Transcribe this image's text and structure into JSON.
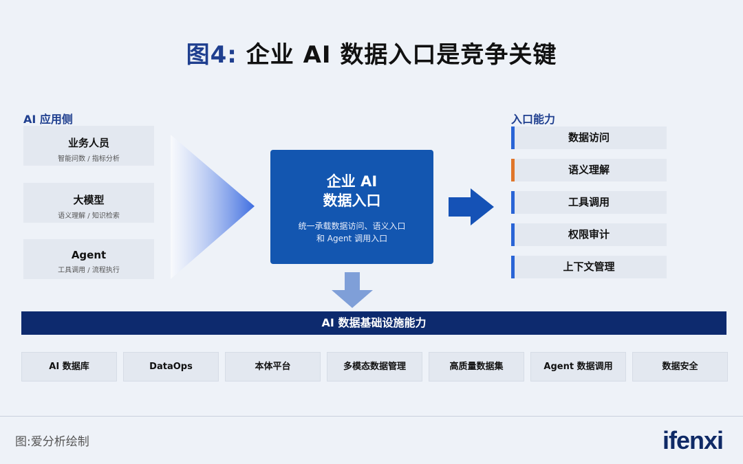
{
  "title": {
    "prefix": "图4:",
    "main": " 企业 AI 数据入口是竞争关键"
  },
  "left": {
    "label": "AI 应用侧",
    "cards": [
      {
        "name": "业务人员",
        "sub": "智能问数 / 指标分析"
      },
      {
        "name": "大模型",
        "sub": "语义理解 / 知识检索"
      },
      {
        "name": "Agent",
        "sub": "工具调用 / 流程执行"
      }
    ]
  },
  "center": {
    "line1": "企业 AI",
    "line2": "数据入口",
    "desc1": "统一承载数据访问、语义入口",
    "desc2": "和 Agent 调用入口"
  },
  "right": {
    "label": "入口能力",
    "items": [
      {
        "label": "数据访问",
        "accent": "#2a64d6"
      },
      {
        "label": "语义理解",
        "accent": "#e0762b"
      },
      {
        "label": "工具调用",
        "accent": "#2a64d6"
      },
      {
        "label": "权限审计",
        "accent": "#2a64d6"
      },
      {
        "label": "上下文管理",
        "accent": "#2a64d6"
      }
    ]
  },
  "infra": {
    "bar_label": "AI 数据基础设施能力",
    "items": [
      "AI 数据库",
      "DataOps",
      "本体平台",
      "多模态数据管理",
      "高质量数据集",
      "Agent 数据调用",
      "数据安全"
    ]
  },
  "footer": {
    "source": "图:爱分析绘制",
    "logo": "ifenxi"
  },
  "colors": {
    "navy": "#0d2a6e",
    "blue": "#1356b0",
    "accent_blue": "#2a64d6",
    "accent_orange": "#e0762b",
    "background": "#eef2f8"
  }
}
